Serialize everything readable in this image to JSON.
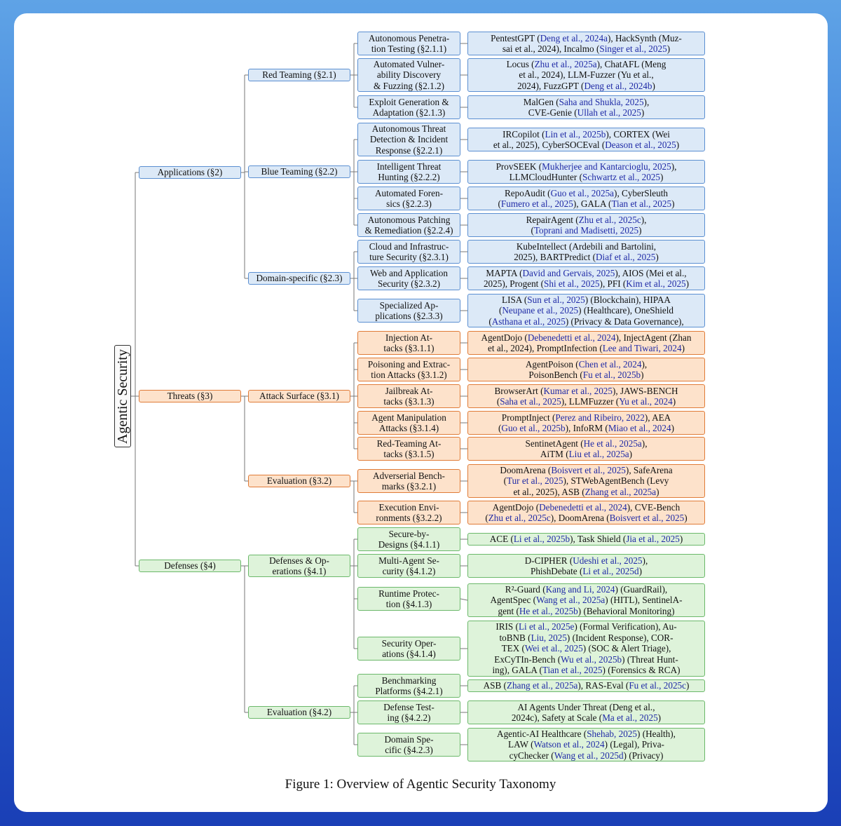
{
  "root_label": "Agentic Security",
  "caption": "Figure 1: Overview of Agentic Security Taxonomy",
  "colors": {
    "applications": "#5b8fd1",
    "threats": "#e07b37",
    "defenses": "#6bb86a",
    "citation": "#1f2aa6"
  },
  "categories": [
    {
      "label": "Applications (§2)",
      "theme": "app",
      "children": [
        {
          "label": "Red Teaming (§2.1)",
          "children": [
            {
              "label": "Autonomous Penetra-\ntion Testing (§2.1.1)",
              "refs": "PentestGPT (Deng et al., 2024a), HackSynth (Muz-\nsai et al., 2024), Incalmo (Singer et al., 2025)"
            },
            {
              "label": "Automated Vulner-\nability Discovery\n& Fuzzing (§2.1.2)",
              "refs": "Locus (Zhu et al., 2025a), ChatAFL (Meng\net al., 2024), LLM-Fuzzer (Yu et al.,\n2024), FuzzGPT (Deng et al., 2024b)"
            },
            {
              "label": "Exploit Generation &\nAdaptation (§2.1.3)",
              "refs": "MalGen (Saha and Shukla, 2025),\nCVE-Genie (Ullah et al., 2025)"
            }
          ]
        },
        {
          "label": "Blue Teaming (§2.2)",
          "children": [
            {
              "label": "Autonomous Threat\nDetection & Incident\nResponse (§2.2.1)",
              "refs": "IRCopilot (Lin et al., 2025b), CORTEX (Wei\net al., 2025), CyberSOCEval (Deason et al., 2025)"
            },
            {
              "label": "Intelligent Threat\nHunting (§2.2.2)",
              "refs": "ProvSEEK (Mukherjee and Kantarcioglu, 2025),\nLLMCloudHunter (Schwartz et al., 2025)"
            },
            {
              "label": "Automated Foren-\nsics (§2.2.3)",
              "refs": "RepoAudit (Guo et al., 2025a), CyberSleuth\n(Fumero et al., 2025), GALA (Tian et al., 2025)"
            },
            {
              "label": "Autonomous Patching\n& Remediation (§2.2.4)",
              "refs": "RepairAgent (Zhu et al., 2025c),\n(Toprani and Madisetti, 2025)"
            }
          ]
        },
        {
          "label": "Domain-specific (§2.3)",
          "children": [
            {
              "label": "Cloud and Infrastruc-\nture Security (§2.3.1)",
              "refs": "KubeIntellect (Ardebili and Bartolini,\n2025), BARTPredict (Diaf et al., 2025)"
            },
            {
              "label": "Web and Application\nSecurity (§2.3.2)",
              "refs": "MAPTA (David and Gervais, 2025), AIOS (Mei et al.,\n2025), Progent (Shi et al., 2025), PFI (Kim et al., 2025)"
            },
            {
              "label": "Specialized Ap-\nplications (§2.3.3)",
              "refs": "LISA (Sun et al., 2025) (Blockchain), HIPAA\n(Neupane et al., 2025) (Healthcare), OneShield\n(Asthana et al., 2025) (Privacy & Data Governance),"
            }
          ]
        }
      ]
    },
    {
      "label": "Threats (§3)",
      "theme": "thr",
      "children": [
        {
          "label": "Attack Surface (§3.1)",
          "children": [
            {
              "label": "Injection At-\ntacks (§3.1.1)",
              "refs": "AgentDojo (Debenedetti et al., 2024), InjectAgent (Zhan\net al., 2024), PromptInfection (Lee and Tiwari, 2024)"
            },
            {
              "label": "Poisoning and Extrac-\ntion Attacks (§3.1.2)",
              "refs": "AgentPoison (Chen et al., 2024),\nPoisonBench (Fu et al., 2025b)"
            },
            {
              "label": "Jailbreak At-\ntacks (§3.1.3)",
              "refs": "BrowserArt (Kumar et al., 2025), JAWS-BENCH\n(Saha et al., 2025), LLMFuzzer (Yu et al., 2024)"
            },
            {
              "label": "Agent Manipulation\nAttacks (§3.1.4)",
              "refs": "PromptInject (Perez and Ribeiro, 2022), AEA\n(Guo et al., 2025b), InfoRM (Miao et al., 2024)"
            },
            {
              "label": "Red-Teaming At-\ntacks (§3.1.5)",
              "refs": "SentinetAgent (He et al., 2025a),\nAiTM (Liu et al., 2025a)"
            }
          ]
        },
        {
          "label": "Evaluation (§3.2)",
          "children": [
            {
              "label": "Adverserial Bench-\nmarks (§3.2.1)",
              "refs": "DoomArena (Boisvert et al., 2025), SafeArena\n(Tur et al., 2025), STWebAgentBench (Levy\net al., 2025), ASB (Zhang et al., 2025a)"
            },
            {
              "label": "Execution Envi-\nronments (§3.2.2)",
              "refs": "AgentDojo (Debenedetti et al., 2024), CVE-Bench\n(Zhu et al., 2025c), DoomArena (Boisvert et al., 2025)"
            }
          ]
        }
      ]
    },
    {
      "label": "Defenses (§4)",
      "theme": "def",
      "children": [
        {
          "label": "Defenses & Op-\nerations (§4.1)",
          "children": [
            {
              "label": "Secure-by-\nDesigns (§4.1.1)",
              "refs": "ACE (Li et al., 2025b), Task Shield (Jia et al., 2025)"
            },
            {
              "label": "Multi-Agent Se-\ncurity (§4.1.2)",
              "refs": "D-CIPHER (Udeshi et al., 2025),\nPhishDebate (Li et al., 2025d)"
            },
            {
              "label": "Runtime Protec-\ntion (§4.1.3)",
              "refs": "R²-Guard (Kang and Li, 2024) (GuardRail),\nAgentSpec (Wang et al., 2025a) (HITL), SentinelA-\ngent (He et al., 2025b) (Behavioral Monitoring)"
            },
            {
              "label": "Security Oper-\nations (§4.1.4)",
              "refs": "IRIS (Li et al., 2025e) (Formal Verification), Au-\ntoBNB (Liu, 2025) (Incident Response), COR-\nTEX (Wei et al., 2025) (SOC & Alert Triage),\nExCyTIn-Bench (Wu et al., 2025b) (Threat Hunt-\ning), GALA (Tian et al., 2025) (Forensics & RCA)"
            }
          ]
        },
        {
          "label": "Evaluation (§4.2)",
          "children": [
            {
              "label": "Benchmarking\nPlatforms (§4.2.1)",
              "refs": "ASB (Zhang et al., 2025a), RAS-Eval (Fu et al., 2025c)"
            },
            {
              "label": "Defense Test-\ning (§4.2.2)",
              "refs": "AI Agents Under Threat (Deng et al.,\n2024c), Safety at Scale (Ma et al., 2025)"
            },
            {
              "label": "Domain Spe-\ncific (§4.2.3)",
              "refs": "Agentic-AI Healthcare (Shehab, 2025) (Health),\nLAW (Watson et al., 2024) (Legal), Priva-\ncyChecker (Wang et al., 2025d) (Privacy)"
            }
          ]
        }
      ]
    }
  ]
}
